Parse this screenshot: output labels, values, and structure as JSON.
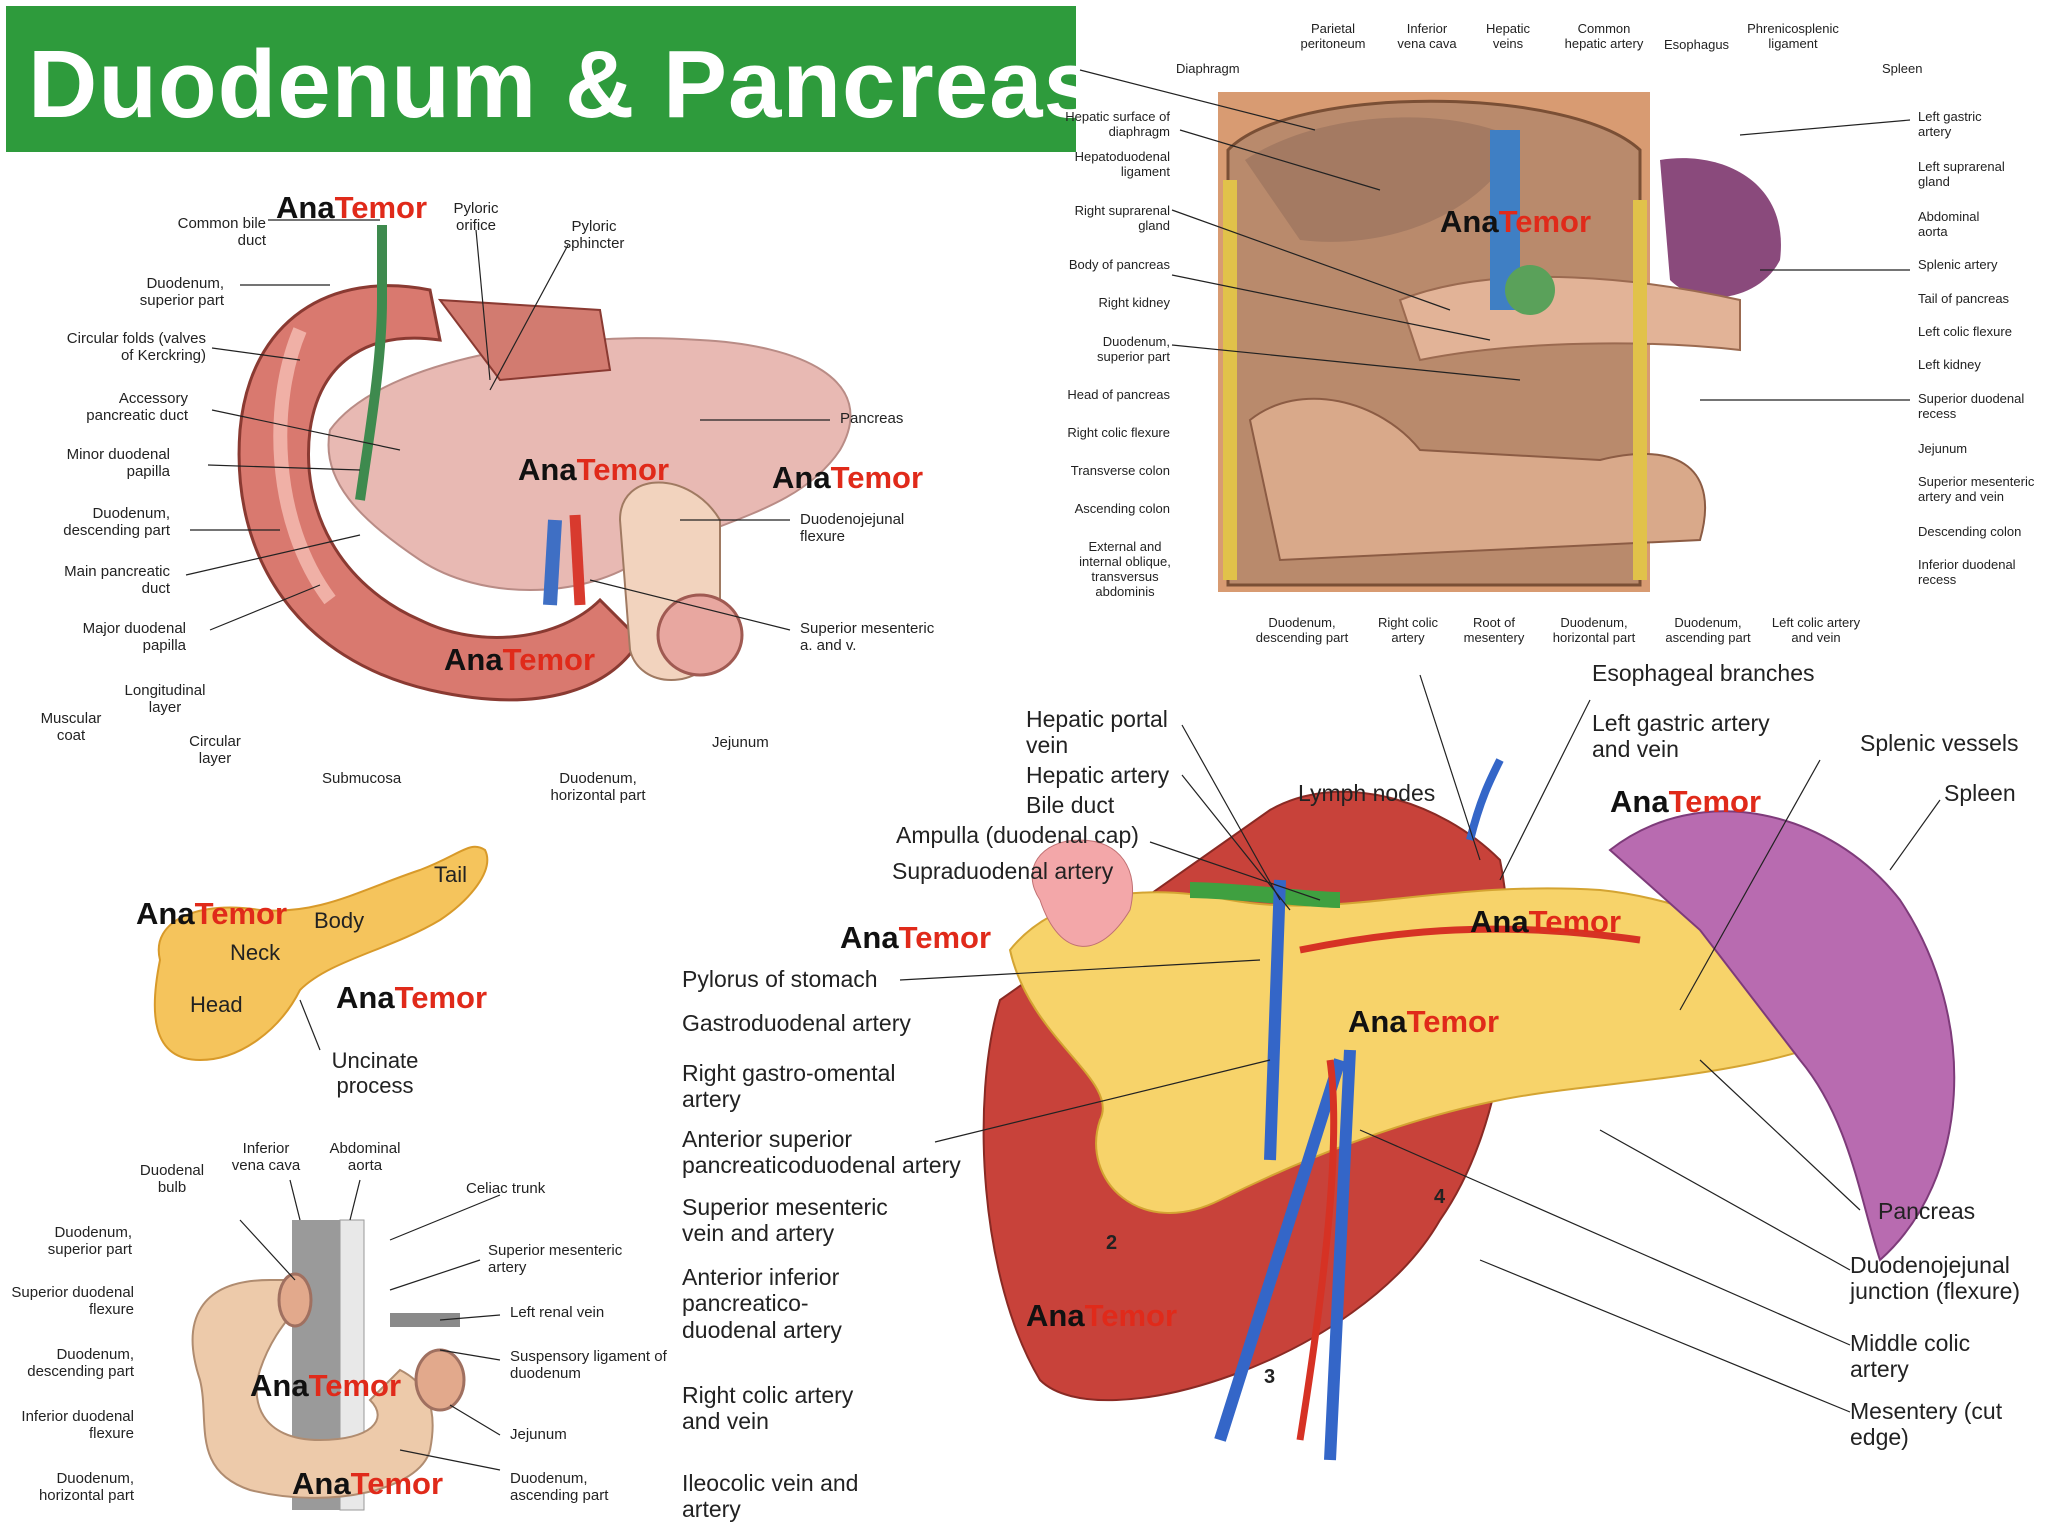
{
  "title": "Duodenum & Pancreas",
  "watermark": {
    "part1": "Ana",
    "part2": "Temor"
  },
  "colors": {
    "title_bg": "#2e9b3c",
    "watermark_red": "#e02a1a"
  },
  "panel_duodenum_section": {
    "labels": {
      "common_bile_duct": "Common bile duct",
      "pyloric_orifice": "Pyloric orifice",
      "pyloric_sphincter": "Pyloric sphincter",
      "duodenum_superior": "Duodenum, superior part",
      "circular_folds": "Circular folds (valves of Kerckring)",
      "accessory_duct": "Accessory pancreatic duct",
      "minor_papilla": "Minor duodenal papilla",
      "descending": "Duodenum, descending part",
      "main_duct": "Main pancreatic duct",
      "major_papilla": "Major duodenal papilla",
      "longitudinal": "Longitudinal layer",
      "muscular_coat": "Muscular coat",
      "circular_layer": "Circular layer",
      "submucosa": "Submucosa",
      "horizontal": "Duodenum, horizontal part",
      "jejunum": "Jejunum",
      "pancreas": "Pancreas",
      "dj_flexure": "Duodenojejunal flexure",
      "sma_v": "Superior mesenteric a. and v."
    }
  },
  "panel_abdomen": {
    "top": [
      "Parietal peritoneum",
      "Inferior vena cava",
      "Hepatic veins",
      "Common hepatic artery",
      "Esophagus",
      "Phrenicosplenic ligament"
    ],
    "left": [
      "Diaphragm",
      "Hepatic surface of diaphragm",
      "Hepatoduodenal ligament",
      "Right suprarenal gland",
      "Body of pancreas",
      "Right kidney",
      "Duodenum, superior part",
      "Head of pancreas",
      "Right colic flexure",
      "Transverse colon",
      "Ascending colon",
      "External and internal oblique, transversus abdominis"
    ],
    "right": [
      "Spleen",
      "Left gastric artery",
      "Left suprarenal gland",
      "Abdominal aorta",
      "Splenic artery",
      "Tail of pancreas",
      "Left colic flexure",
      "Left kidney",
      "Superior duodenal recess",
      "Jejunum",
      "Superior mesenteric artery and vein",
      "Descending colon",
      "Inferior duodenal recess"
    ],
    "bottom": [
      "Duodenum, descending part",
      "Right colic artery",
      "Root of mesentery",
      "Duodenum, horizontal part",
      "Duodenum, ascending part",
      "Left colic artery and vein"
    ]
  },
  "panel_pancreas_parts": {
    "tail": "Tail",
    "body": "Body",
    "neck": "Neck",
    "head": "Head",
    "uncinate": "Uncinate process"
  },
  "panel_duodenum_parts": {
    "duodenal_bulb": "Duodenal bulb",
    "ivc": "Inferior vena cava",
    "aorta": "Abdominal aorta",
    "celiac": "Celiac trunk",
    "sup_part": "Duodenum, superior part",
    "sma": "Superior mesenteric artery",
    "sup_flex": "Superior duodenal flexure",
    "lrv": "Left renal vein",
    "desc": "Duodenum, descending part",
    "susp": "Suspensory ligament of duodenum",
    "inf_flex": "Inferior duodenal flexure",
    "jejunum": "Jejunum",
    "horiz": "Duodenum, horizontal part",
    "asc": "Duodenum, ascending part"
  },
  "panel_vessels": {
    "left": [
      "Hepatic portal vein",
      "Hepatic artery",
      "Bile duct",
      "Ampulla (duodenal cap)",
      "Supraduodenal artery",
      "Pylorus of stomach",
      "Gastroduodenal artery",
      "Right gastro-omental artery",
      "Anterior superior pancreaticoduodenal artery",
      "Superior mesenteric vein and artery",
      "Anterior inferior pancreatico-duodenal artery",
      "Right colic artery and vein",
      "Ileocolic vein and artery"
    ],
    "top": [
      "Lymph nodes",
      "Esophageal branches",
      "Left gastric artery and vein"
    ],
    "right": [
      "Splenic vessels",
      "Spleen",
      "Pancreas",
      "Duodenojejunal junction (flexure)",
      "Middle colic artery",
      "Mesentery (cut edge)"
    ],
    "numbers": [
      "2",
      "3",
      "4"
    ]
  }
}
